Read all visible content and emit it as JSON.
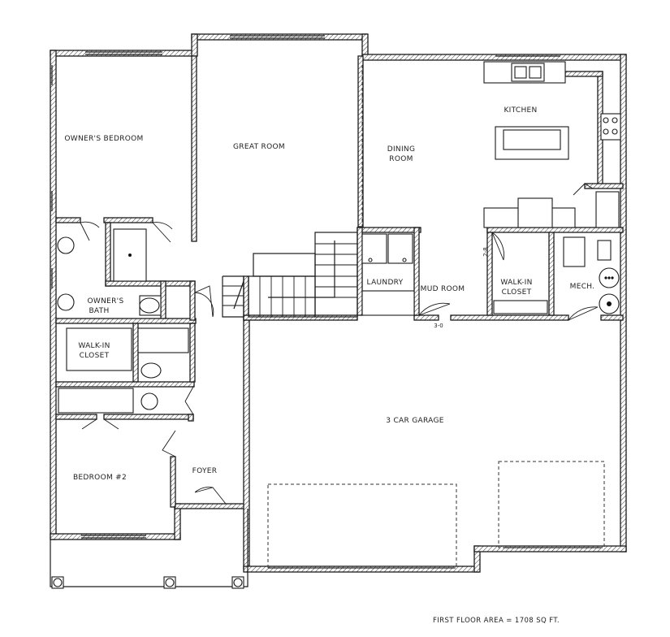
{
  "rooms": {
    "owners_bedroom": "OWNER'S BEDROOM",
    "great_room": "GREAT ROOM",
    "dining_room_line1": "DINING",
    "dining_room_line2": "ROOM",
    "kitchen": "KITCHEN",
    "laundry": "LAUNDRY",
    "mud_room": "MUD ROOM",
    "walk_in_closet_right_line1": "WALK-IN",
    "walk_in_closet_right_line2": "CLOSET",
    "mech": "MECH.",
    "owners_bath_line1": "OWNER'S",
    "owners_bath_line2": "BATH",
    "walk_in_closet_left_line1": "WALK-IN",
    "walk_in_closet_left_line2": "CLOSET",
    "garage": "3 CAR GARAGE",
    "bedroom2": "BEDROOM #2",
    "foyer": "FOYER"
  },
  "dimensions": {
    "door_mud": "3-0",
    "door_closet": "2-8"
  },
  "footer": {
    "area": "FIRST FLOOR AREA = 1708 SQ FT."
  }
}
